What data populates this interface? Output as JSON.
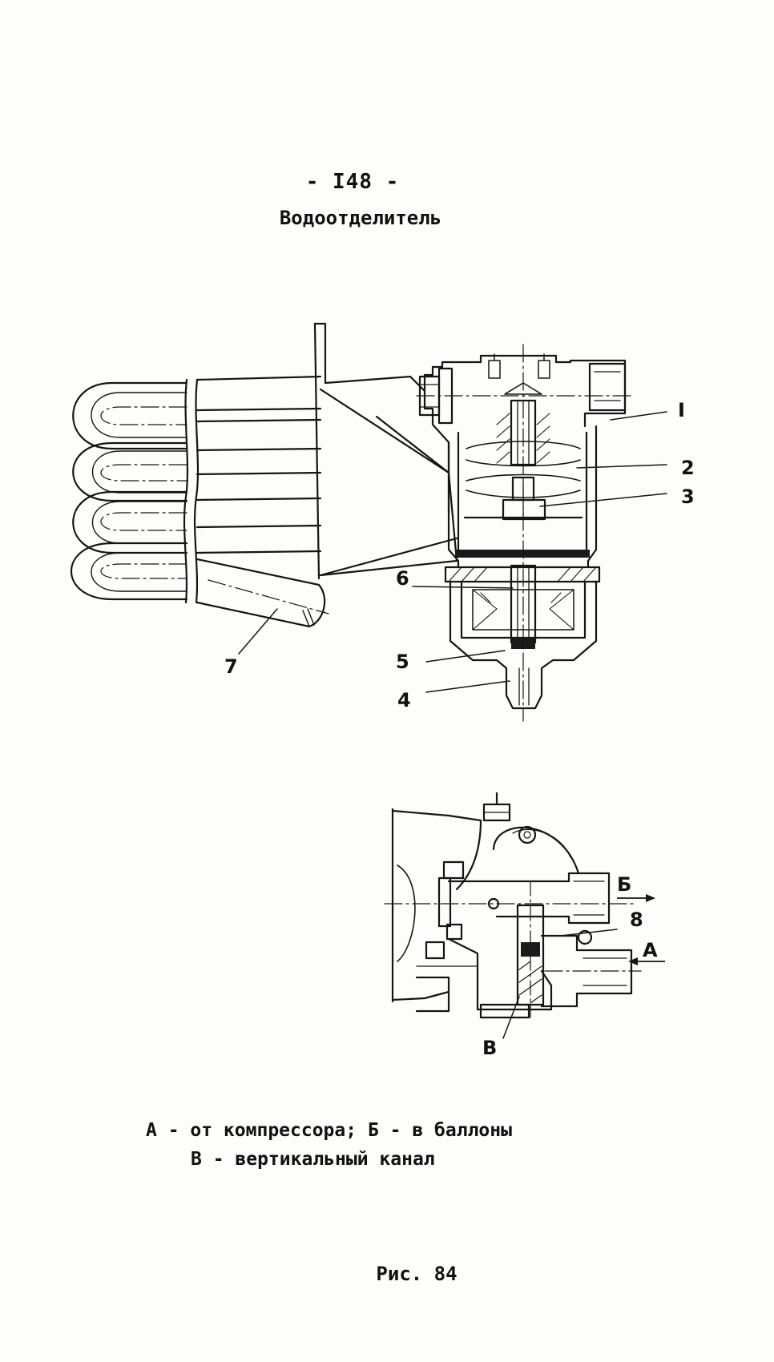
{
  "page": {
    "number": "- I48 -",
    "title": "Водоотделитель"
  },
  "figure": {
    "label": "Рис. 84",
    "callouts": {
      "c1": "I",
      "c2": "2",
      "c3": "3",
      "c4": "4",
      "c5": "5",
      "c6": "6",
      "c7": "7",
      "c8": "8",
      "cA": "А",
      "cB": "Б",
      "cV": "В"
    }
  },
  "caption": {
    "line1": "А - от компрессора; Б - в баллоны",
    "line2": "В - вертикальный канал"
  }
}
